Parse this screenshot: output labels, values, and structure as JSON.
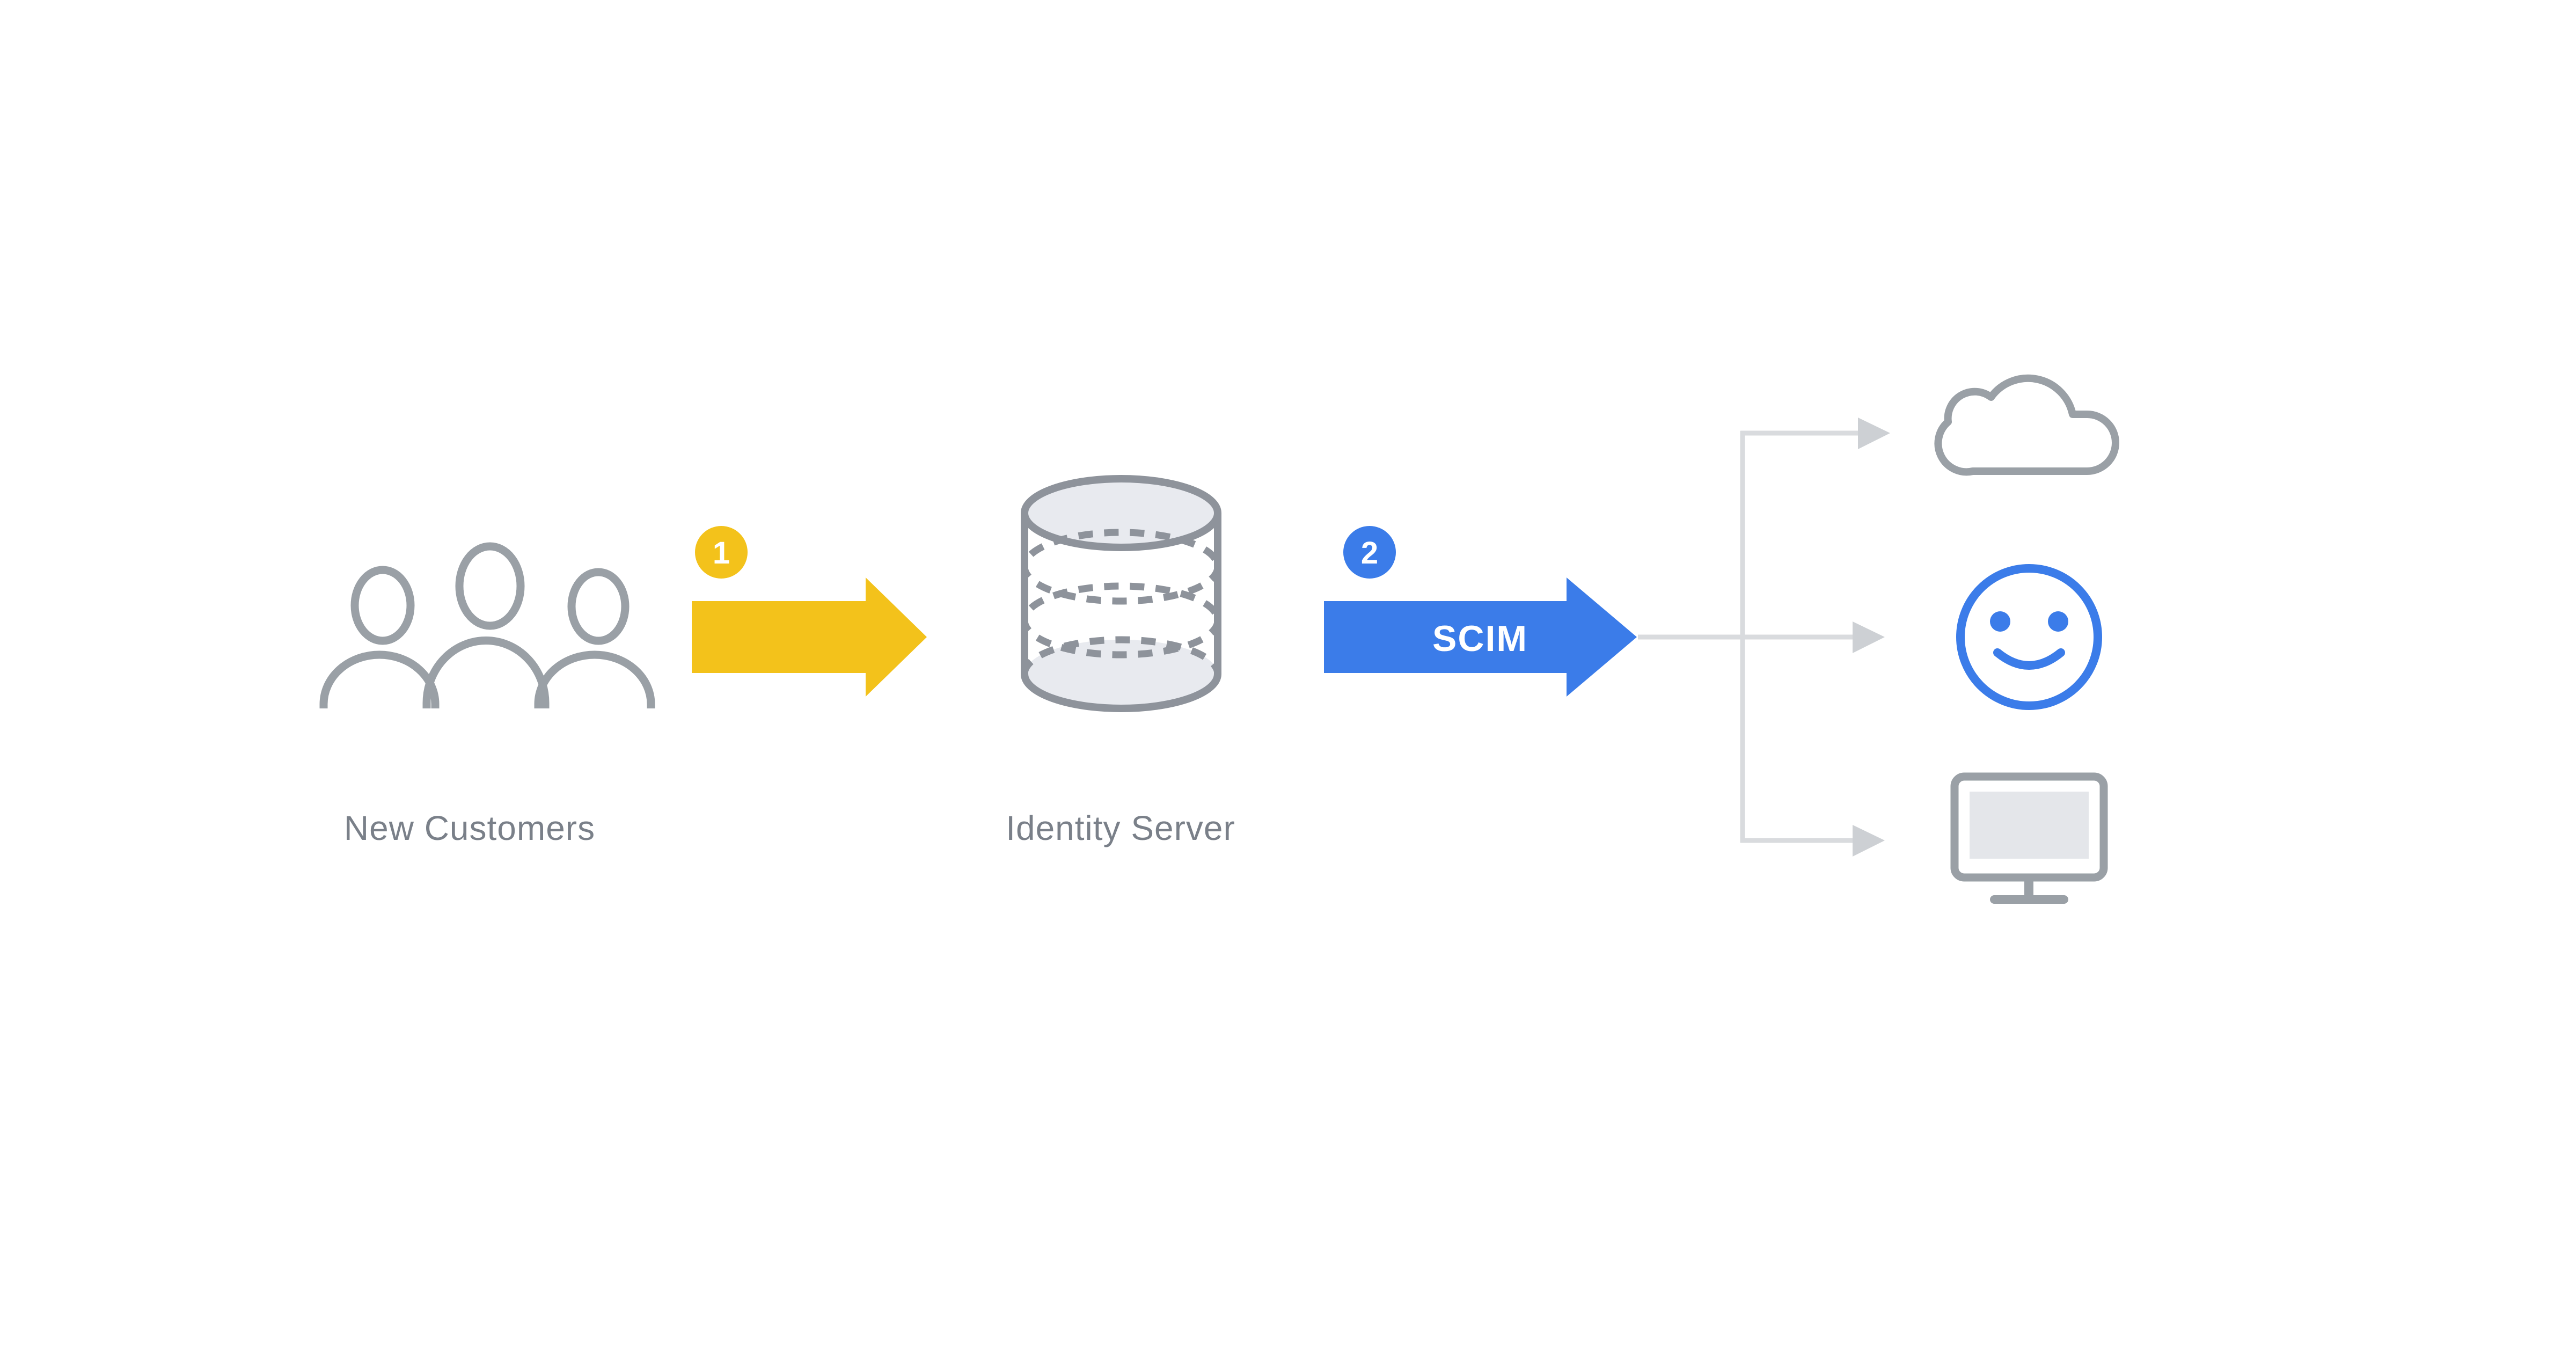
{
  "page": {
    "background": "#FFFFFF",
    "description_labels": {
      "source": "New Customers",
      "server": "Identity Server",
      "protocol": "SCIM",
      "step1": "1",
      "step2": "2"
    }
  },
  "diagram": {
    "source": {
      "label": "New Customers",
      "icon": "people-icon"
    },
    "step1_badge": {
      "number": "1"
    },
    "flow1_arrow": {
      "label": ""
    },
    "server": {
      "label": "Identity Server",
      "icon": "database-cylinder-icon"
    },
    "step2_badge": {
      "number": "2"
    },
    "flow2_arrow": {
      "label": "SCIM"
    },
    "targets": [
      {
        "icon": "cloud-icon"
      },
      {
        "icon": "smiley-face-icon"
      },
      {
        "icon": "monitor-icon"
      }
    ]
  },
  "colors": {
    "yellow": "#F3C21B",
    "blue": "#3B7CE9",
    "icon_gray": "#9AA0A6",
    "cylinder_gray": "#8E939B",
    "light_fill": "#E8EAEF",
    "screen_fill": "#E4E6EA",
    "connector_gray": "#D9DBDE",
    "arrowhead_gray": "#CDD0D4",
    "label_gray": "#7A8089",
    "white": "#FFFFFF"
  }
}
